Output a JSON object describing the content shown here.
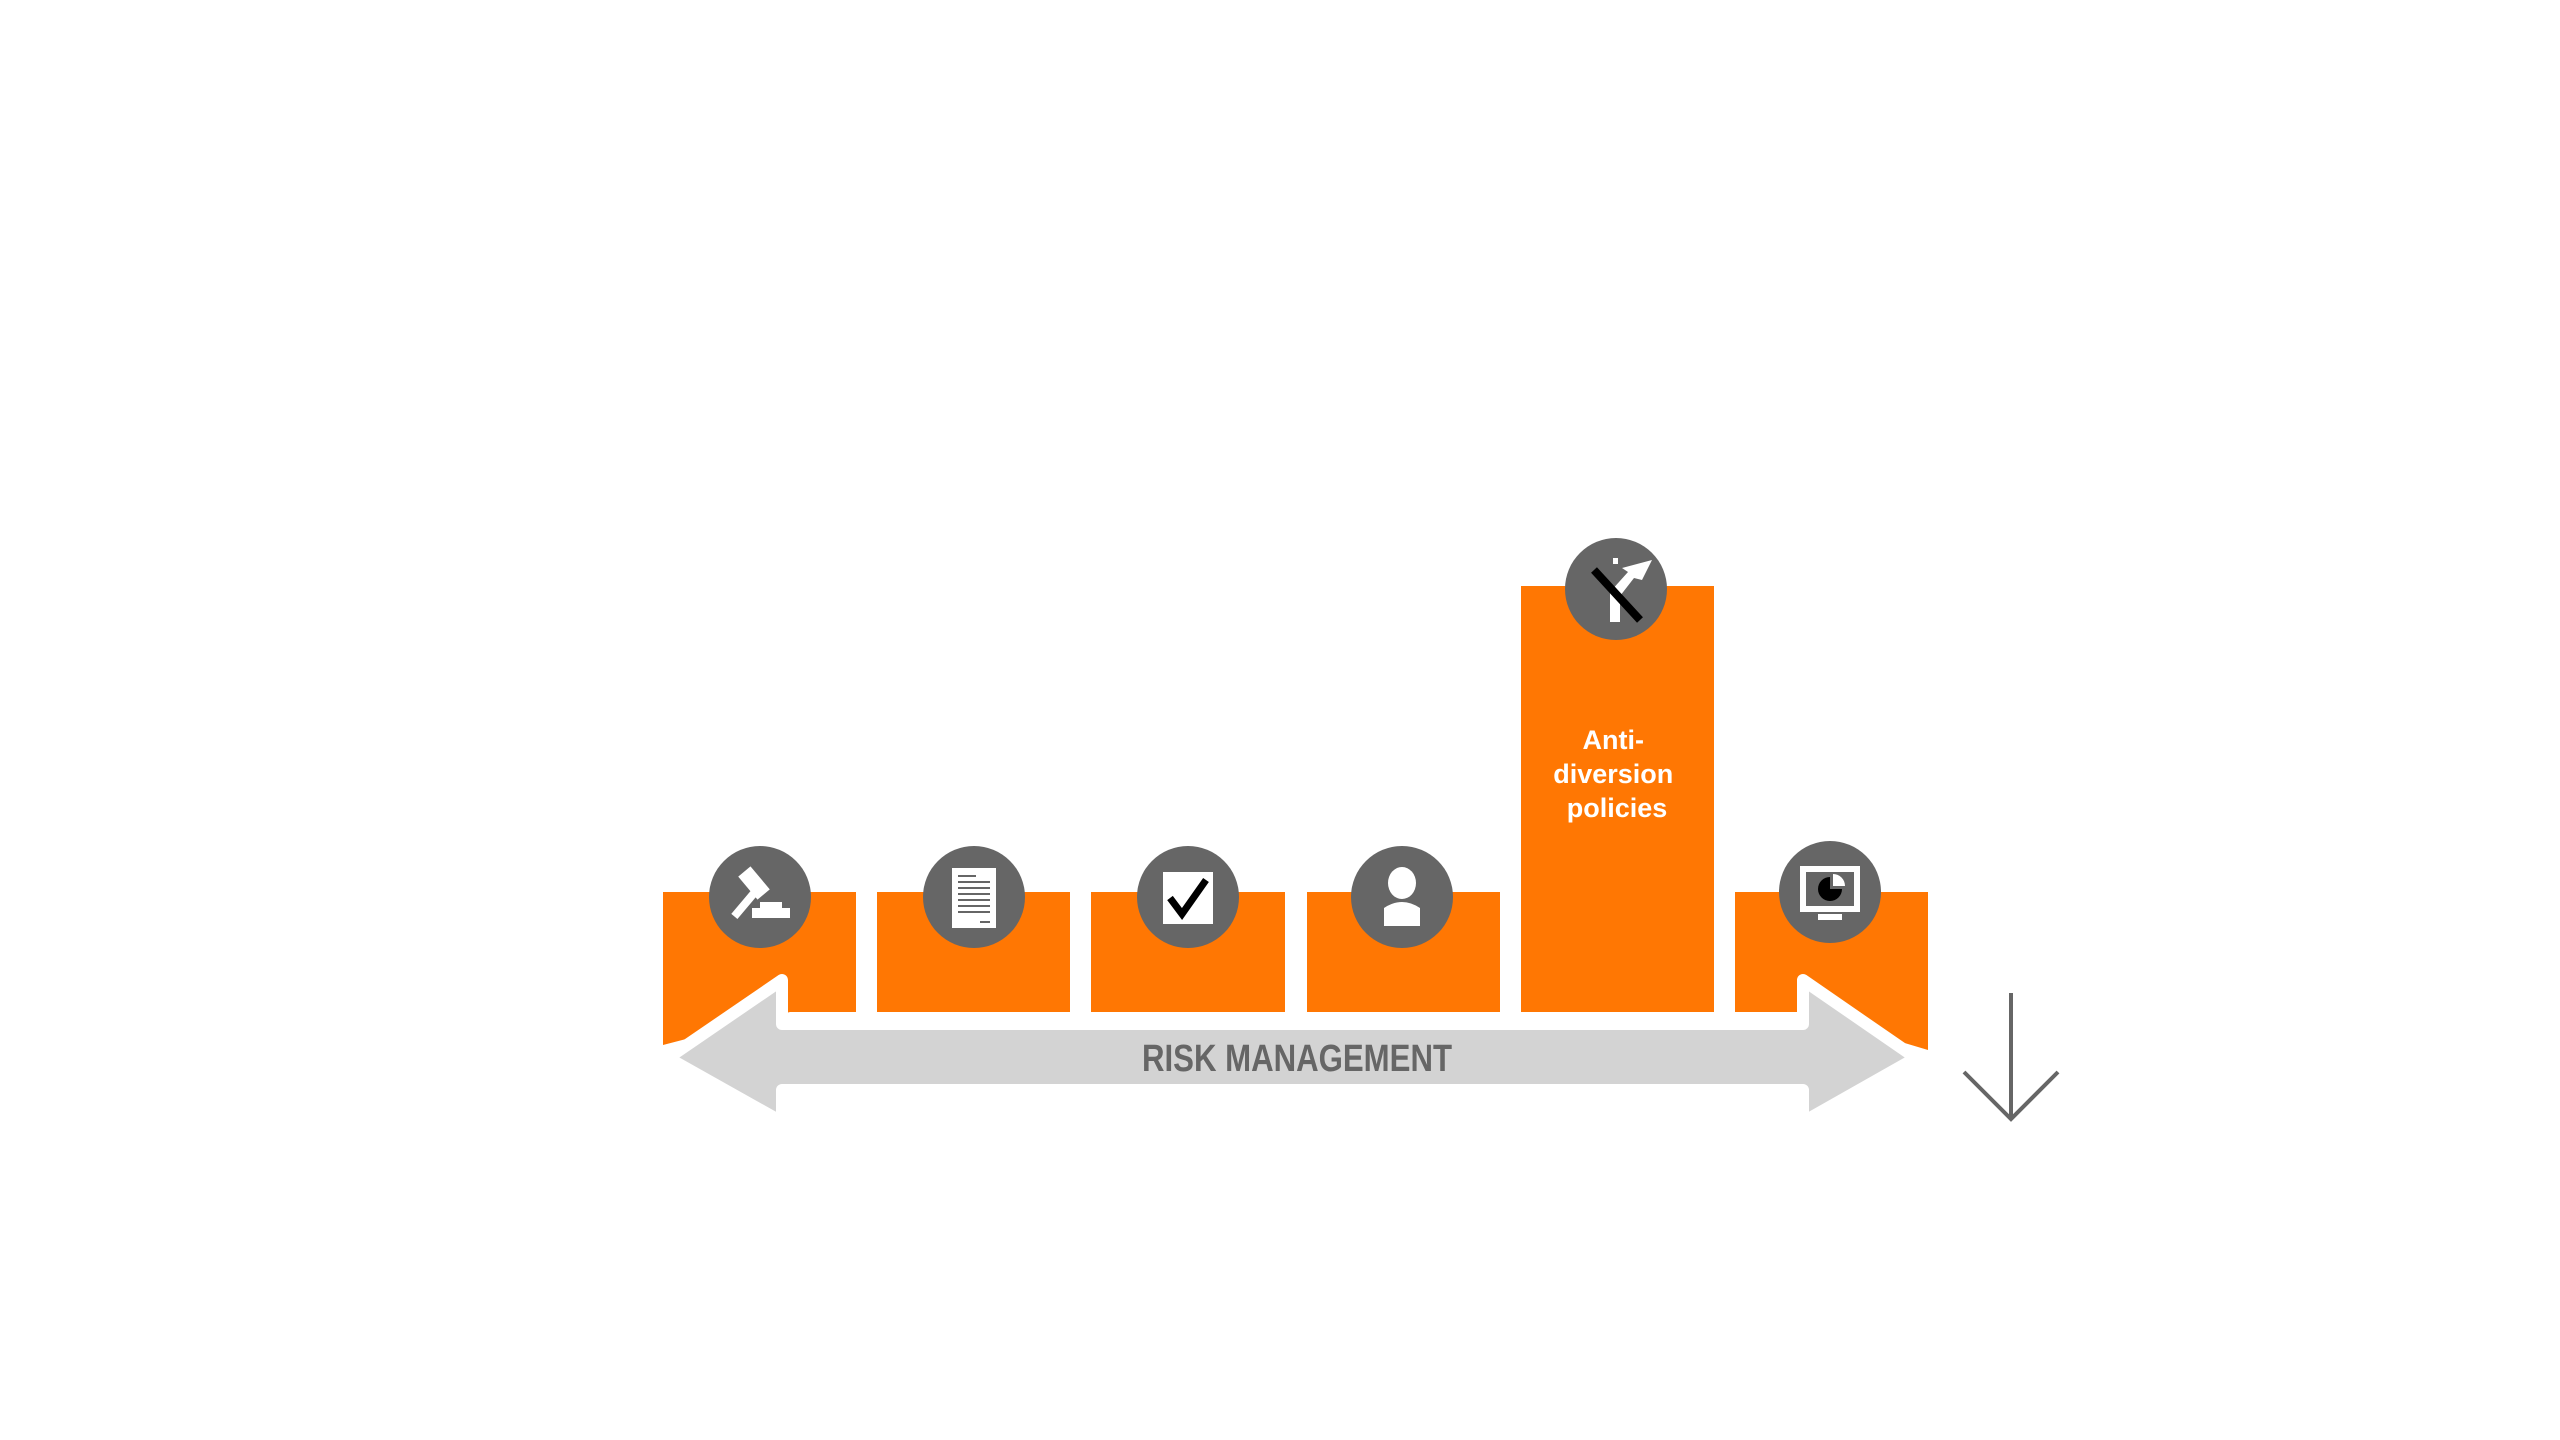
{
  "colors": {
    "bar": "#FF7703",
    "circle": "#666666",
    "arrow": "#D3D3D3",
    "text": "#666666"
  },
  "pillars": [
    {
      "icon": "gavel-icon"
    },
    {
      "icon": "document-icon"
    },
    {
      "icon": "checkbox-icon"
    },
    {
      "icon": "person-icon"
    },
    {
      "icon": "no-diversion-sign-icon",
      "label_lines": [
        "Anti-",
        "diversion",
        "policies"
      ]
    },
    {
      "icon": "monitor-chart-icon"
    }
  ],
  "arrow_label": "RISK MANAGEMENT"
}
